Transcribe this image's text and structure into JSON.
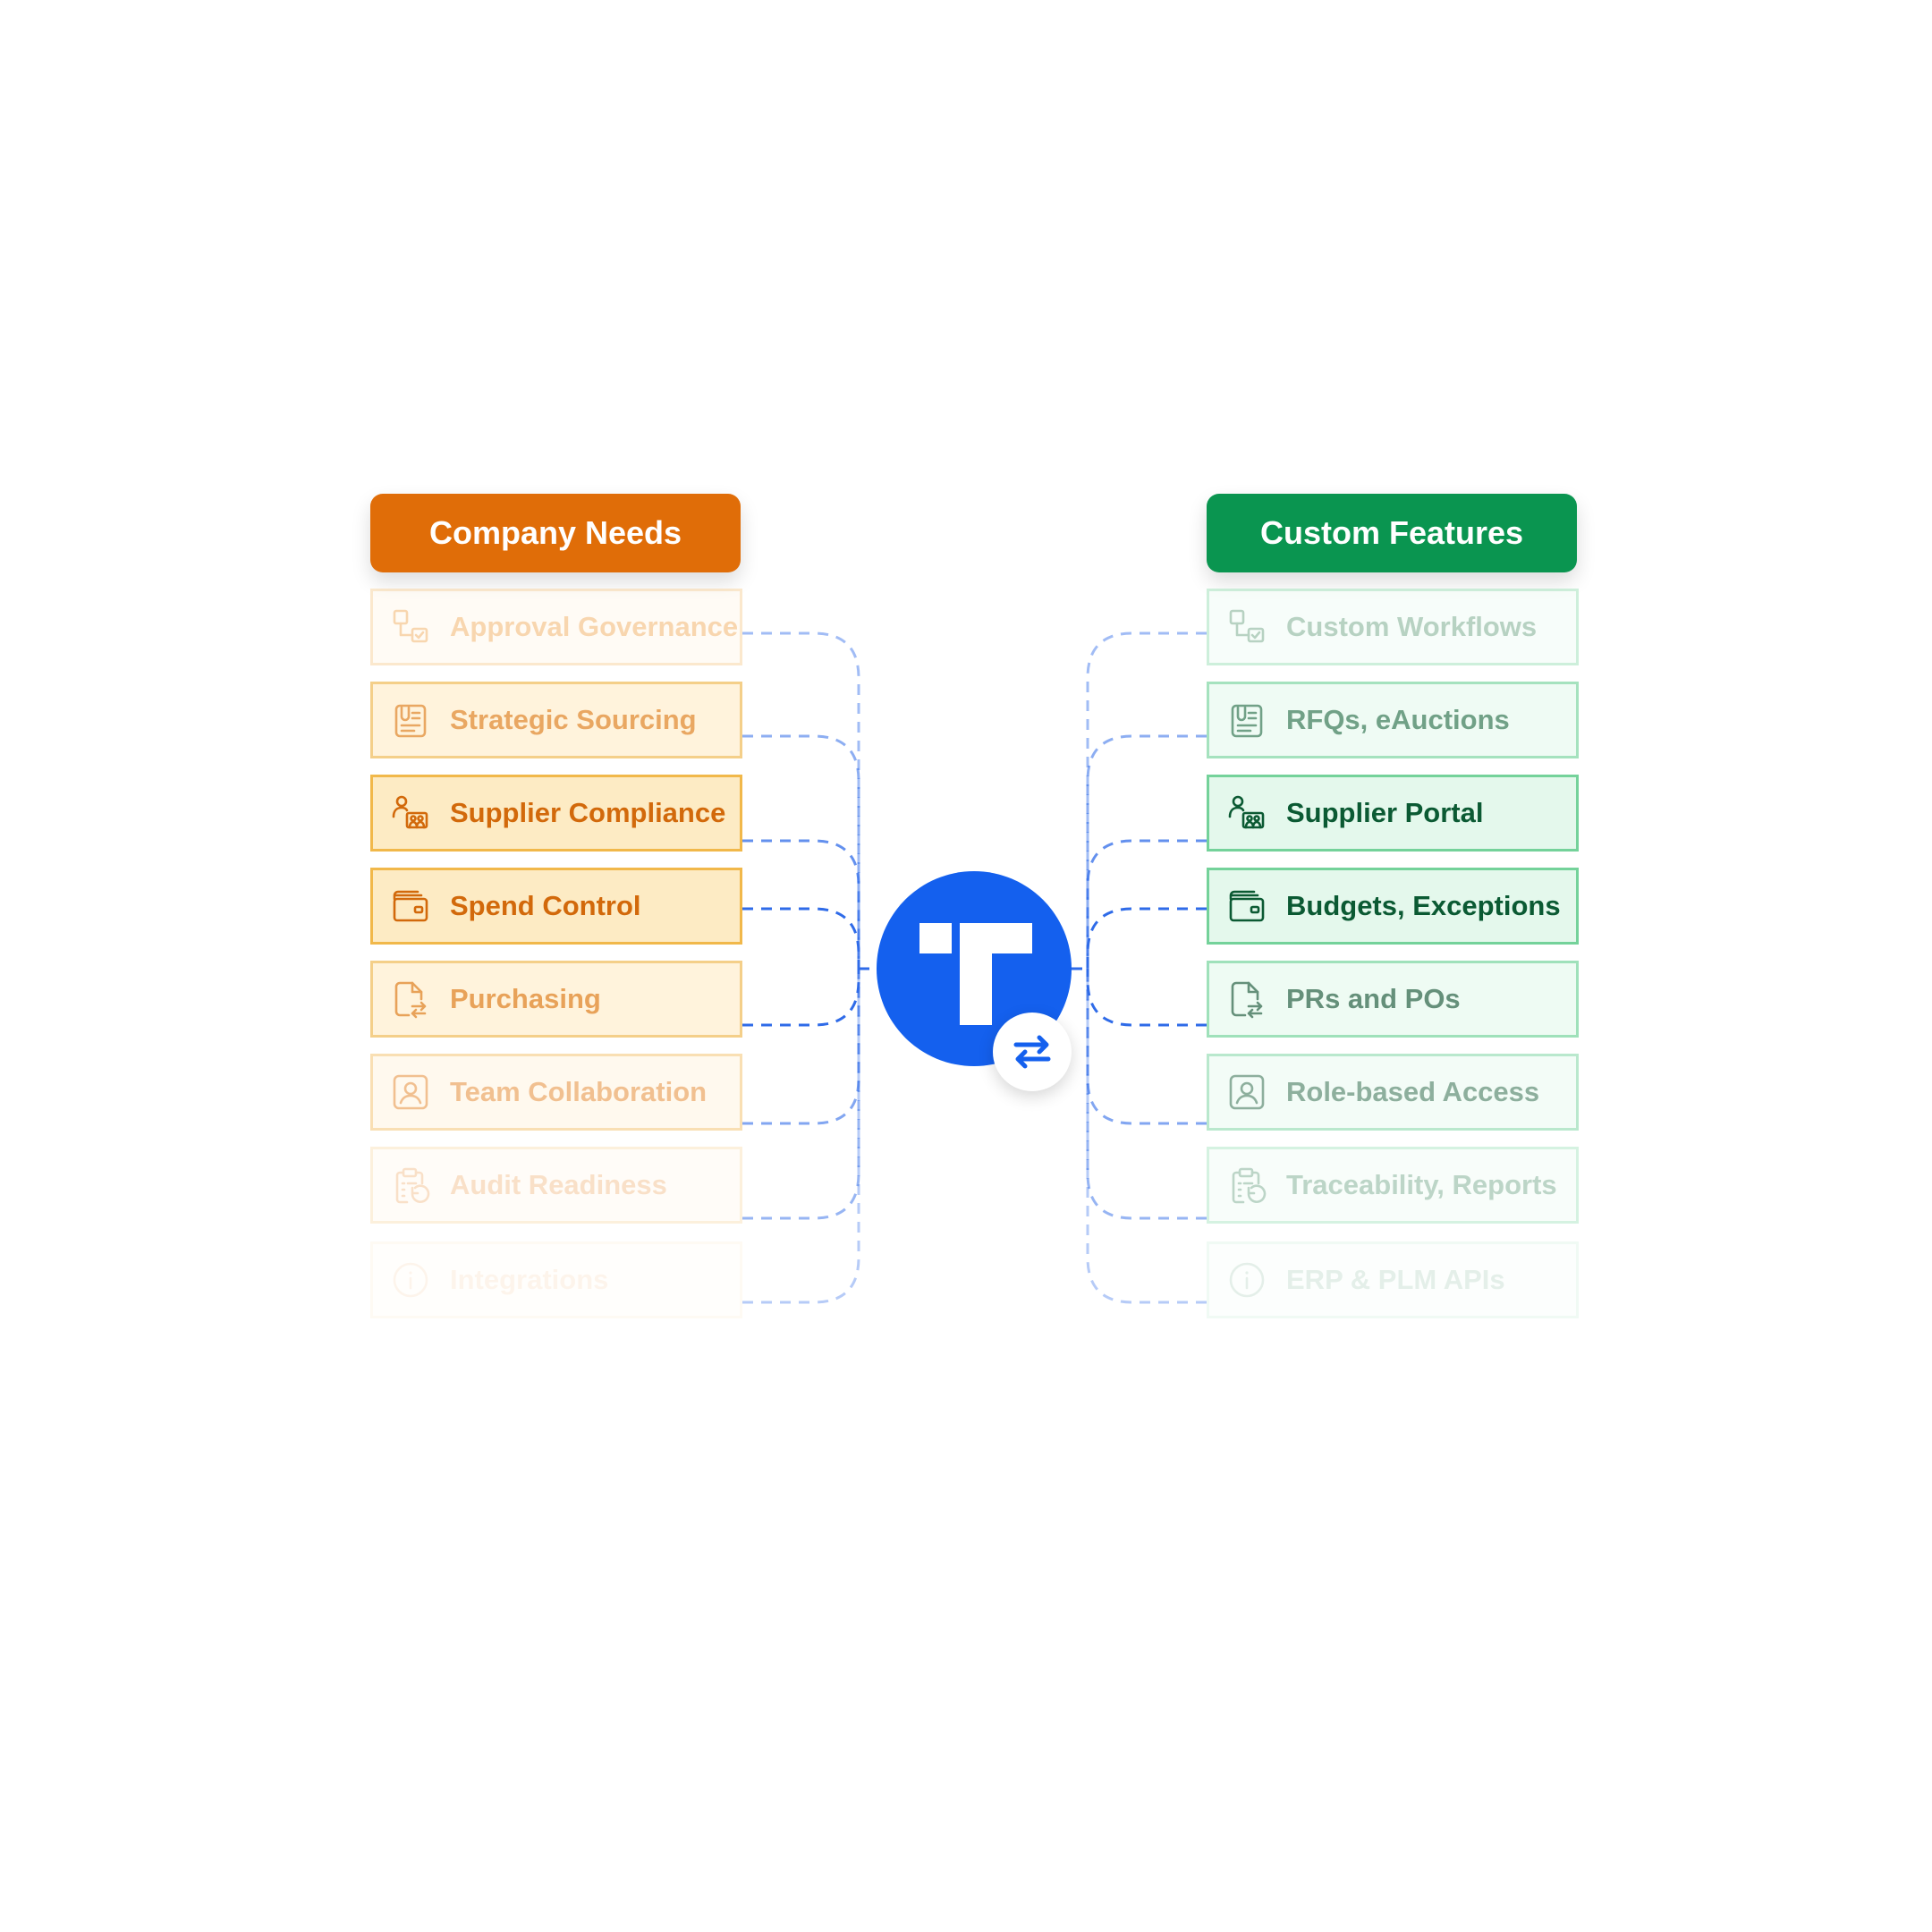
{
  "left": {
    "title": "Company Needs",
    "color": "#E06D08",
    "items": [
      {
        "label": "Approval Governance",
        "icon": "workflow-icon"
      },
      {
        "label": "Strategic Sourcing",
        "icon": "clipboard-list-icon"
      },
      {
        "label": "Supplier Compliance",
        "icon": "supplier-group-icon"
      },
      {
        "label": "Spend Control",
        "icon": "wallet-icon"
      },
      {
        "label": "Purchasing",
        "icon": "document-exchange-icon"
      },
      {
        "label": "Team Collaboration",
        "icon": "user-badge-icon"
      },
      {
        "label": "Audit Readiness",
        "icon": "clipboard-history-icon"
      },
      {
        "label": "Integrations",
        "icon": "info-icon"
      }
    ]
  },
  "right": {
    "title": "Custom Features",
    "color": "#0A9550",
    "items": [
      {
        "label": "Custom Workflows",
        "icon": "workflow-icon"
      },
      {
        "label": "RFQs, eAuctions",
        "icon": "clipboard-list-icon"
      },
      {
        "label": "Supplier Portal",
        "icon": "supplier-group-icon"
      },
      {
        "label": "Budgets, Exceptions",
        "icon": "wallet-icon"
      },
      {
        "label": "PRs and POs",
        "icon": "document-exchange-icon"
      },
      {
        "label": "Role-based Access",
        "icon": "user-badge-icon"
      },
      {
        "label": "Traceability, Reports",
        "icon": "clipboard-history-icon"
      },
      {
        "label": "ERP & PLM APIs",
        "icon": "info-icon"
      }
    ]
  },
  "hub": {
    "logo": "t-logo-icon",
    "badge": "swap-arrows-icon",
    "color": "#1460EE"
  }
}
